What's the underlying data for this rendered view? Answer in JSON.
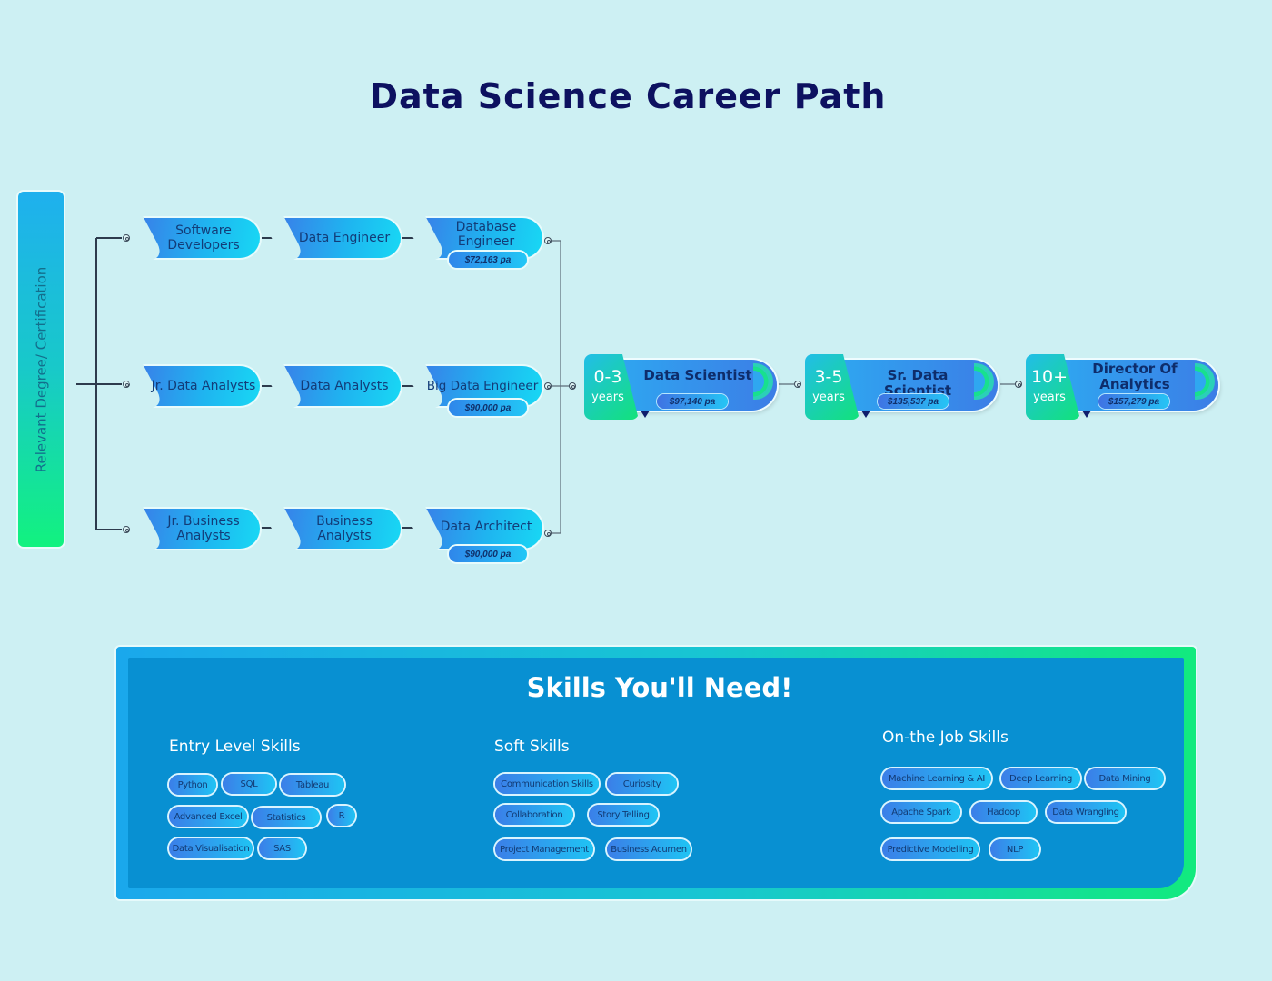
{
  "title": "Data Science Career Path",
  "sidebar": {
    "label": "Relevant Degree/ Certification"
  },
  "tracks": [
    {
      "nodes": [
        {
          "label": "Software Developers"
        },
        {
          "label": "Data Engineer"
        },
        {
          "label": "Database Engineer",
          "salary": "$72,163 pa"
        }
      ]
    },
    {
      "nodes": [
        {
          "label": "Jr. Data Analysts"
        },
        {
          "label": "Data Analysts"
        },
        {
          "label": "Big Data Engineer",
          "salary": "$90,000 pa"
        }
      ]
    },
    {
      "nodes": [
        {
          "label": "Jr. Business Analysts"
        },
        {
          "label": "Business Analysts"
        },
        {
          "label": "Data Architect",
          "salary": "$90,000 pa"
        }
      ]
    }
  ],
  "stages": [
    {
      "years": "0-3",
      "years_label": "years",
      "role": "Data Scientist",
      "salary": "$97,140 pa"
    },
    {
      "years": "3-5",
      "years_label": "years",
      "role": "Sr. Data Scientist",
      "salary": "$135,537 pa"
    },
    {
      "years": "10+",
      "years_label": "years",
      "role": "Director Of Analytics",
      "salary": "$157,279 pa"
    }
  ],
  "skills": {
    "title": "Skills You'll Need!",
    "columns": [
      {
        "title": "Entry Level Skills",
        "items": [
          "Python",
          "SQL",
          "Tableau",
          "Advanced Excel",
          "Statistics",
          "R",
          "Data Visualisation",
          "SAS"
        ]
      },
      {
        "title": "Soft Skills",
        "items": [
          "Communication Skills",
          "Curiosity",
          "Collaboration",
          "Story Telling",
          "Project Management",
          "Business Acumen"
        ]
      },
      {
        "title": "On-the Job Skills",
        "items": [
          "Machine Learning & AI",
          "Deep Learning",
          "Data Mining",
          "Apache Spark",
          "Hadoop",
          "Data Wrangling",
          "Predictive Modelling",
          "NLP"
        ]
      }
    ]
  },
  "colors": {
    "background": "#cdf0f3",
    "title": "#0d1160",
    "panel": "#0890d2",
    "accent_green": "#12ea7e",
    "accent_blue": "#1aa8ec"
  }
}
